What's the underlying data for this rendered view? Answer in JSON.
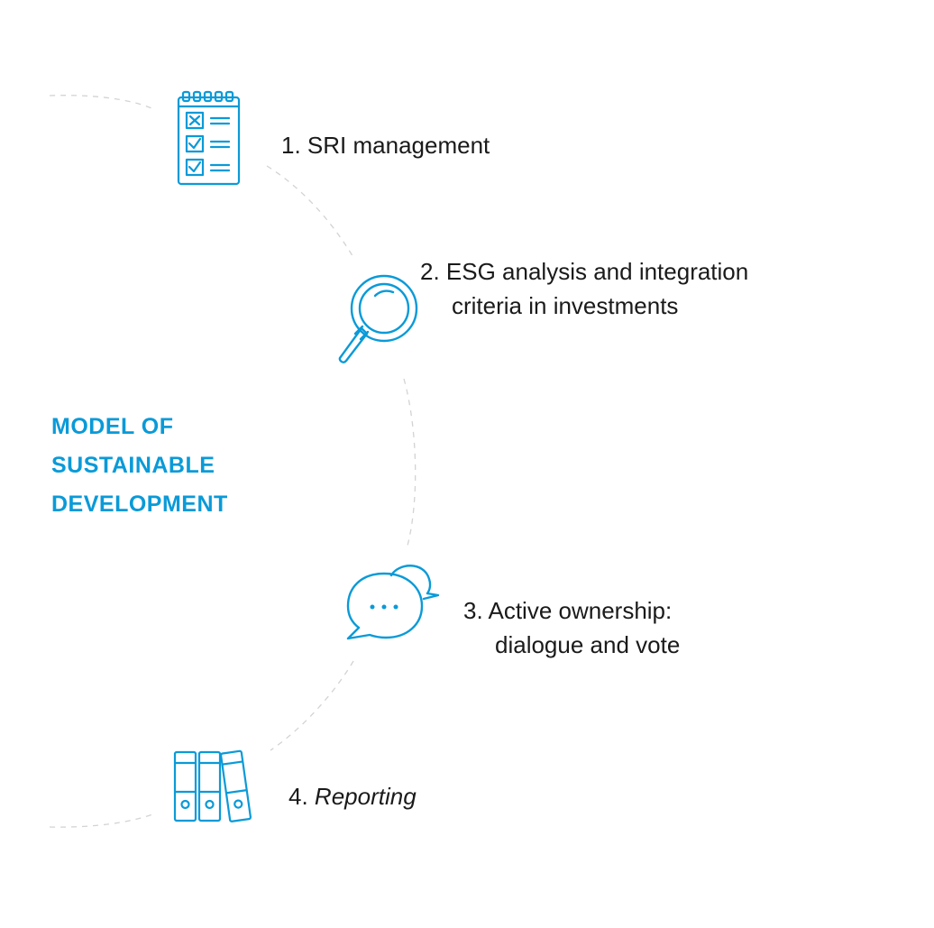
{
  "title": {
    "line1": "MODEL OF",
    "line2": "SUSTAINABLE",
    "line3": "DEVELOPMENT"
  },
  "steps": [
    {
      "number": "1.",
      "text_line1": "SRI management",
      "text_line2": "",
      "icon": "checklist-icon"
    },
    {
      "number": "2.",
      "text_line1": "ESG analysis and integration",
      "text_line2": "criteria in investments",
      "icon": "magnifier-icon"
    },
    {
      "number": "3.",
      "text_line1": "Active ownership:",
      "text_line2": "dialogue and vote",
      "icon": "speech-bubbles-icon"
    },
    {
      "number": "4.",
      "text_line1": "Reporting",
      "text_line2": "",
      "icon": "binders-icon"
    }
  ],
  "colors": {
    "accent": "#0a9ad8",
    "text": "#1a1a1a",
    "arc": "#d0d0d0"
  }
}
